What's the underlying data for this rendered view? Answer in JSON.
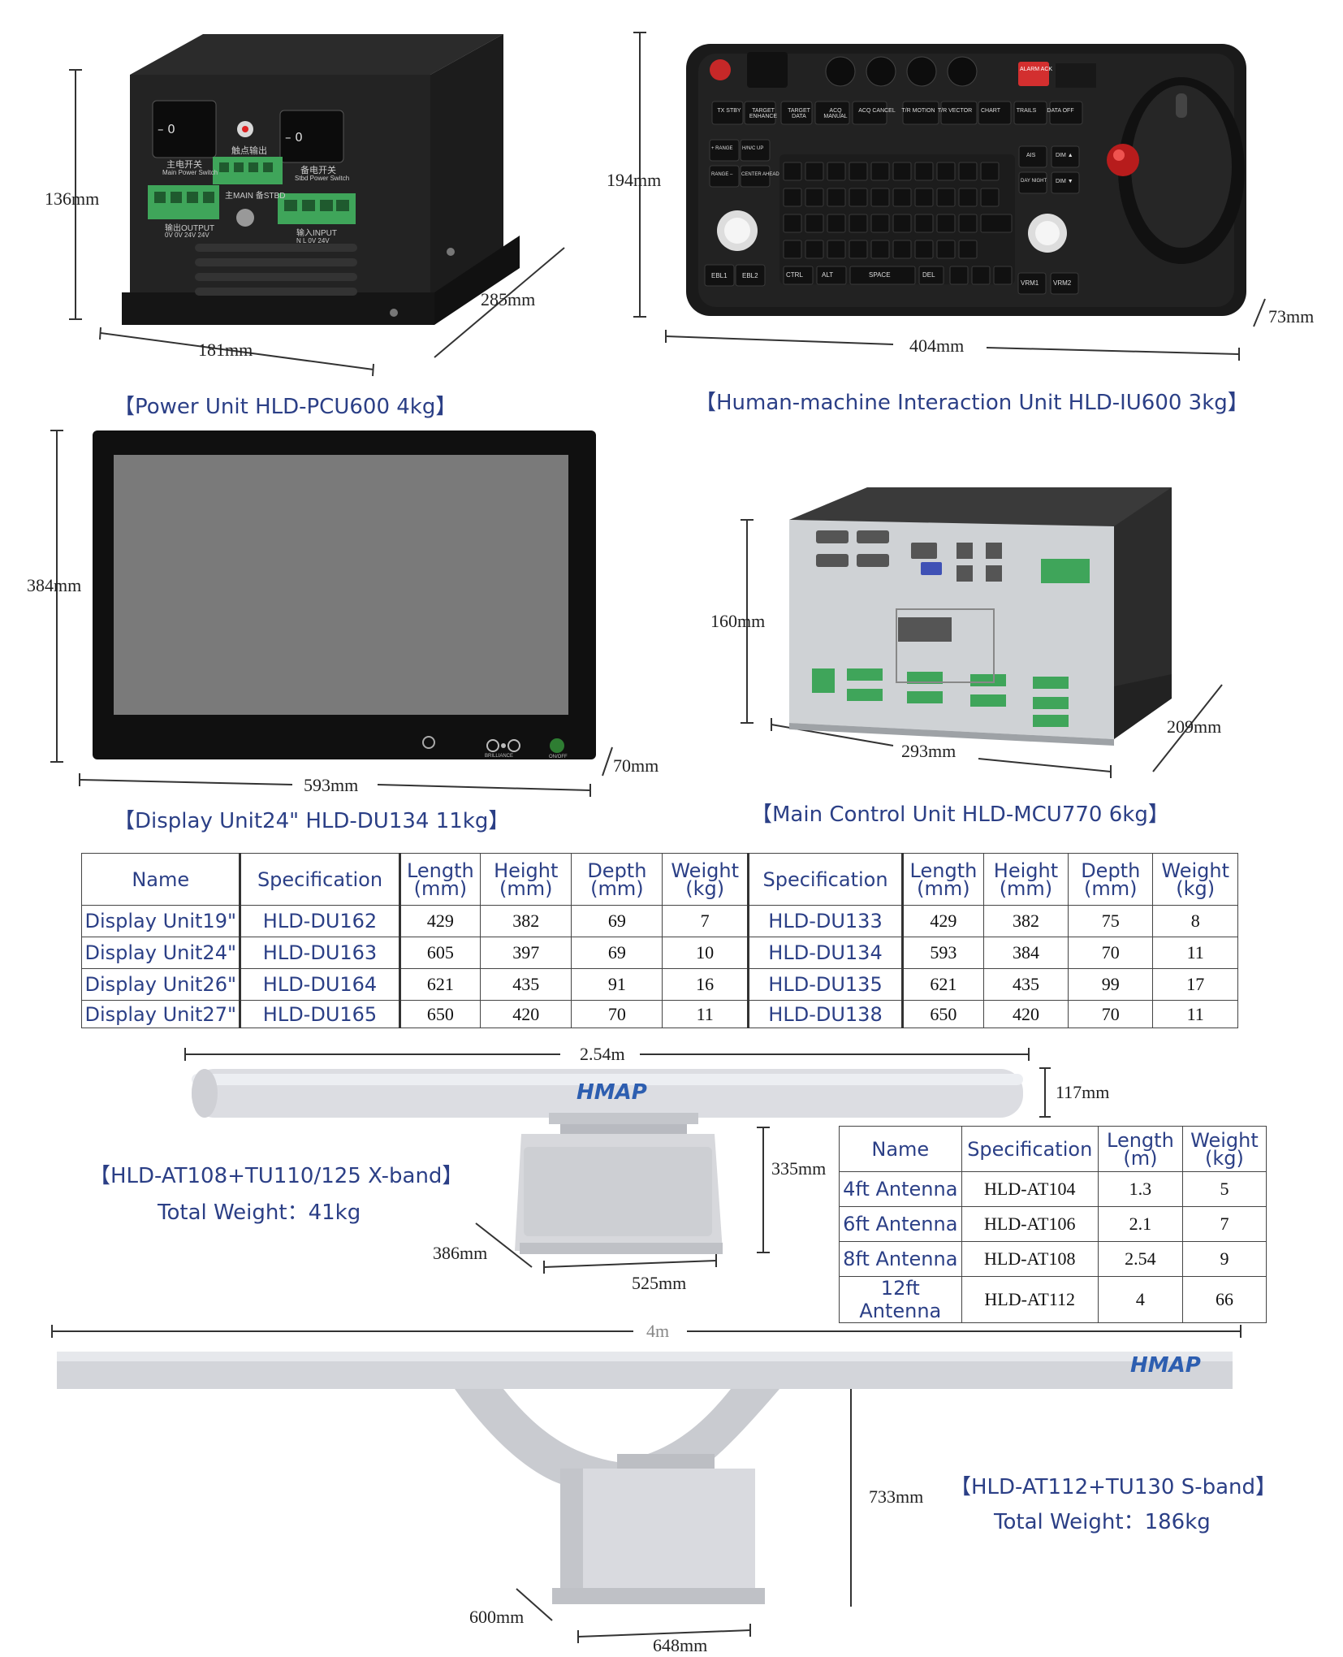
{
  "power_unit": {
    "caption": "【Power Unit  HLD-PCU600 4kg】",
    "dim_height": "136mm",
    "dim_width": "181mm",
    "dim_depth": "285mm",
    "labels": {
      "main_switch_cn": "主电开关",
      "main_switch_en": "Main Power Switch",
      "contact_output_cn": "触点输出",
      "standby_switch_cn": "备电开关",
      "standby_switch_en": "Stbd Power Switch",
      "main_stbd": "主MAIN 备STBD",
      "output": "输出OUTPUT",
      "output_pins": "0V 0V 24V 24V",
      "input": "输入INPUT",
      "input_pins": "N  L  0V 24V",
      "switch_symbol": "–  0"
    }
  },
  "hmi_unit": {
    "caption": "【Human-machine Interaction Unit HLD-IU600 3kg】",
    "dim_height": "194mm",
    "dim_width": "404mm",
    "dim_depth": "73mm",
    "alarm_label": "ALARM ACK",
    "top_keys": [
      "TX STBY",
      "TARGET ENHANCE",
      "TARGET DATA",
      "ACQ MANUAL",
      "ACQ CANCEL",
      "T/R MOTION",
      "T/R VECTOR",
      "CHART",
      "TRAILS",
      "DATA OFF"
    ],
    "left_keys": [
      "+ RANGE",
      "H/N/C UP",
      "RANGE –",
      "CENTER AHEAD"
    ],
    "right_keys": [
      "AIS",
      "DIM ▲",
      "DAY NIGHT",
      "DIM ▼"
    ],
    "bottom_keys": [
      "EBL1",
      "EBL2",
      "CTRL",
      "ALT",
      "SPACE",
      "DEL",
      "VRM1",
      "VRM2"
    ]
  },
  "display_unit": {
    "caption": "【Display Unit24\"  HLD-DU134 11kg】",
    "dim_height": "384mm",
    "dim_width": "593mm",
    "dim_depth": "70mm",
    "brilliance_label": "BRILLIANCE",
    "onoff_label": "ON/OFF"
  },
  "main_control_unit": {
    "caption": "【Main Control Unit  HLD-MCU770 6kg】",
    "dim_height": "160mm",
    "dim_width": "293mm",
    "dim_depth": "209mm"
  },
  "display_table": {
    "headers": {
      "name": "Name",
      "spec": "Specification",
      "length": [
        "Length",
        "(mm)"
      ],
      "height": [
        "Height",
        "(mm)"
      ],
      "depth": [
        "Depth",
        "(mm)"
      ],
      "weight": [
        "Weight",
        "(kg)"
      ]
    },
    "rows": [
      {
        "name": "Display Unit19\"",
        "spec1": "HLD-DU162",
        "l1": "429",
        "h1": "382",
        "d1": "69",
        "w1": "7",
        "spec2": "HLD-DU133",
        "l2": "429",
        "h2": "382",
        "d2": "75",
        "w2": "8"
      },
      {
        "name": "Display Unit24\"",
        "spec1": "HLD-DU163",
        "l1": "605",
        "h1": "397",
        "d1": "69",
        "w1": "10",
        "spec2": "HLD-DU134",
        "l2": "593",
        "h2": "384",
        "d2": "70",
        "w2": "11"
      },
      {
        "name": "Display Unit26\"",
        "spec1": "HLD-DU164",
        "l1": "621",
        "h1": "435",
        "d1": "91",
        "w1": "16",
        "spec2": "HLD-DU135",
        "l2": "621",
        "h2": "435",
        "d2": "99",
        "w2": "17"
      },
      {
        "name": "Display Unit27\"",
        "spec1": "HLD-DU165",
        "l1": "650",
        "h1": "420",
        "d1": "70",
        "w1": "11",
        "spec2": "HLD-DU138",
        "l2": "650",
        "h2": "420",
        "d2": "70",
        "w2": "11"
      }
    ]
  },
  "xband": {
    "caption_line1": "【HLD-AT108+TU110/125 X-band】",
    "caption_line2": "Total Weight：41kg",
    "brand": "HMAP",
    "dim_length": "2.54m",
    "dim_antenna_h": "117mm",
    "dim_height": "335mm",
    "dim_depth": "386mm",
    "dim_width": "525mm"
  },
  "antenna_table": {
    "headers": {
      "name": "Name",
      "spec": "Specification",
      "length": [
        "Length",
        "(m)"
      ],
      "weight": [
        "Weight",
        "(kg)"
      ]
    },
    "rows": [
      {
        "name": "4ft Antenna",
        "spec": "HLD-AT104",
        "length": "1.3",
        "weight": "5"
      },
      {
        "name": "6ft Antenna",
        "spec": "HLD-AT106",
        "length": "2.1",
        "weight": "7"
      },
      {
        "name": "8ft Antenna",
        "spec": "HLD-AT108",
        "length": "2.54",
        "weight": "9"
      },
      {
        "name": "12ft Antenna",
        "spec": "HLD-AT112",
        "length": "4",
        "weight": "66"
      }
    ]
  },
  "sband": {
    "caption_line1": "【HLD-AT112+TU130  S-band】",
    "caption_line2": "Total Weight：186kg",
    "brand": "HMAP",
    "dim_length": "4m",
    "dim_height": "733mm",
    "dim_depth": "600mm",
    "dim_width": "648mm"
  }
}
